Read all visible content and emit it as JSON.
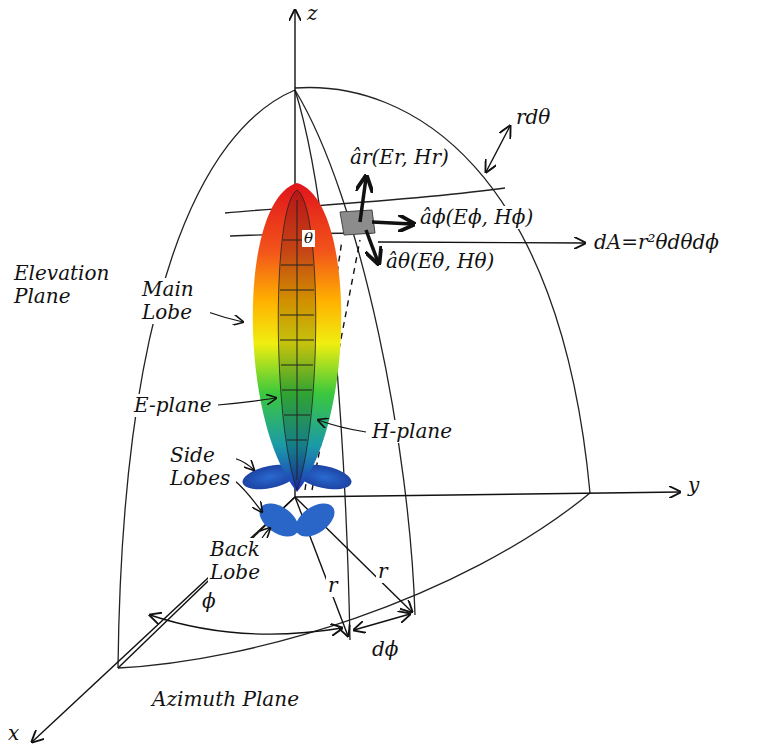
{
  "diagram": {
    "labels": [
      "z",
      "y",
      "x",
      "rdθ",
      "âr(Er, Hr)",
      "âϕ(Eϕ, Hϕ)",
      "dA=r²θdθdϕ",
      "âθ(Eθ, Hθ)",
      "θ",
      "Elevation Plane",
      "Main Lobe",
      "E-plane",
      "H-plane",
      "Side Lobes",
      "Back Lobe",
      "r",
      "r",
      "ϕ",
      "dϕ",
      "Azimuth Plane"
    ]
  }
}
